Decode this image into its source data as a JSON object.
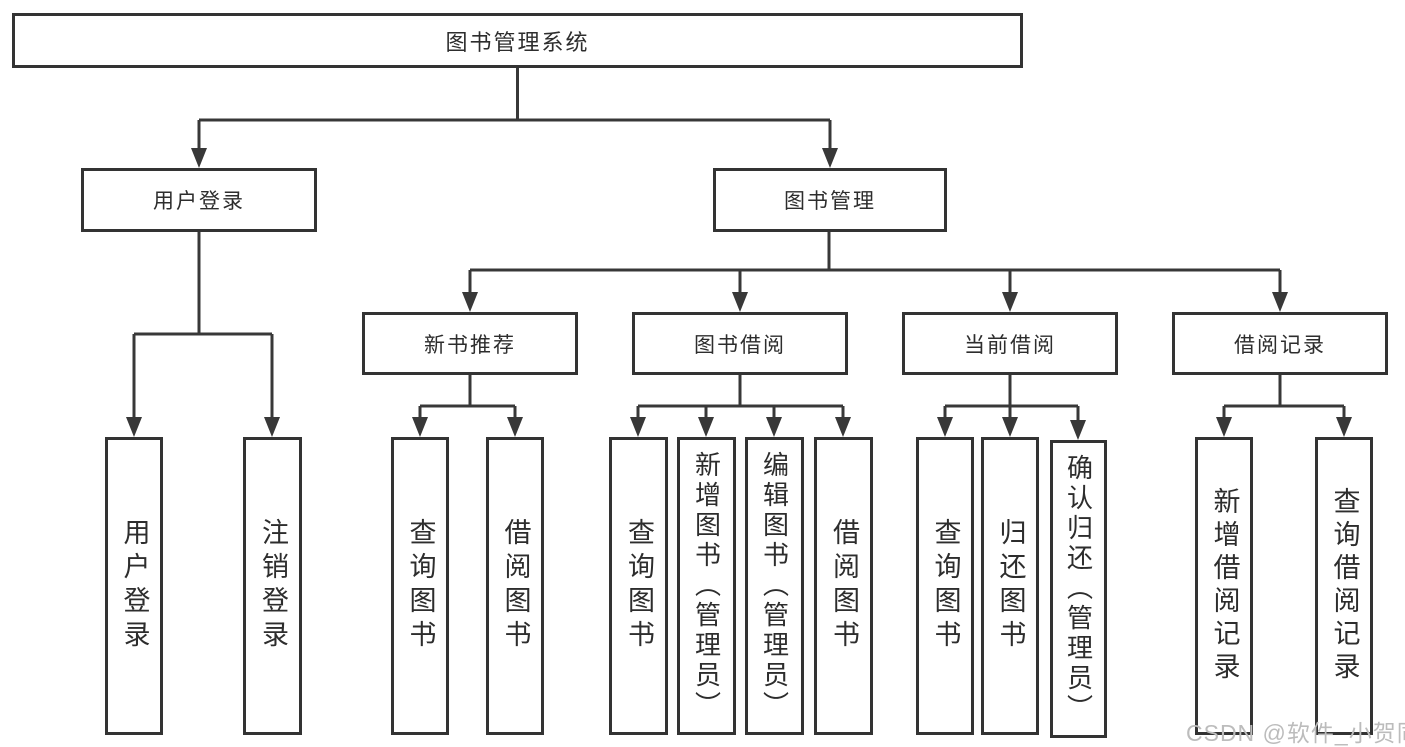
{
  "diagram": {
    "title": "图书管理系统",
    "root": {
      "label": "图书管理系统"
    },
    "level2": {
      "user_login": {
        "label": "用户登录"
      },
      "book_management": {
        "label": "图书管理"
      }
    },
    "level3": {
      "new_book_recommendation": {
        "label": "新书推荐"
      },
      "book_borrowing": {
        "label": "图书借阅"
      },
      "current_borrowing": {
        "label": "当前借阅"
      },
      "borrowing_records": {
        "label": "借阅记录"
      }
    },
    "leaves": {
      "login": {
        "label": "用户登录",
        "parent": "用户登录"
      },
      "logout": {
        "label": "注销登录",
        "parent": "用户登录"
      },
      "recommend_query_books": {
        "label": "查询图书",
        "parent": "新书推荐"
      },
      "recommend_borrow_books": {
        "label": "借阅图书",
        "parent": "新书推荐"
      },
      "borrow_query_books": {
        "label": "查询图书",
        "parent": "图书借阅"
      },
      "borrow_add_books": {
        "label": "新增图书（管理员）",
        "parent": "图书借阅"
      },
      "borrow_edit_books": {
        "label": "编辑图书（管理员）",
        "parent": "图书借阅"
      },
      "borrow_borrow_books": {
        "label": "借阅图书",
        "parent": "图书借阅"
      },
      "current_query_books": {
        "label": "查询图书",
        "parent": "当前借阅"
      },
      "current_return_books": {
        "label": "归还图书",
        "parent": "当前借阅"
      },
      "current_confirm_return": {
        "label": "确认归还（管理员）",
        "parent": "当前借阅"
      },
      "records_add_record": {
        "label": "新增借阅记录",
        "parent": "借阅记录"
      },
      "records_query_record": {
        "label": "查询借阅记录",
        "parent": "借阅记录"
      }
    },
    "watermark": "CSDN @软件_小贺同学",
    "colors": {
      "line": "#383838",
      "border": "#333333",
      "text": "#2d2d2d",
      "background": "#ffffff",
      "watermark": "#bcbcbc"
    }
  }
}
